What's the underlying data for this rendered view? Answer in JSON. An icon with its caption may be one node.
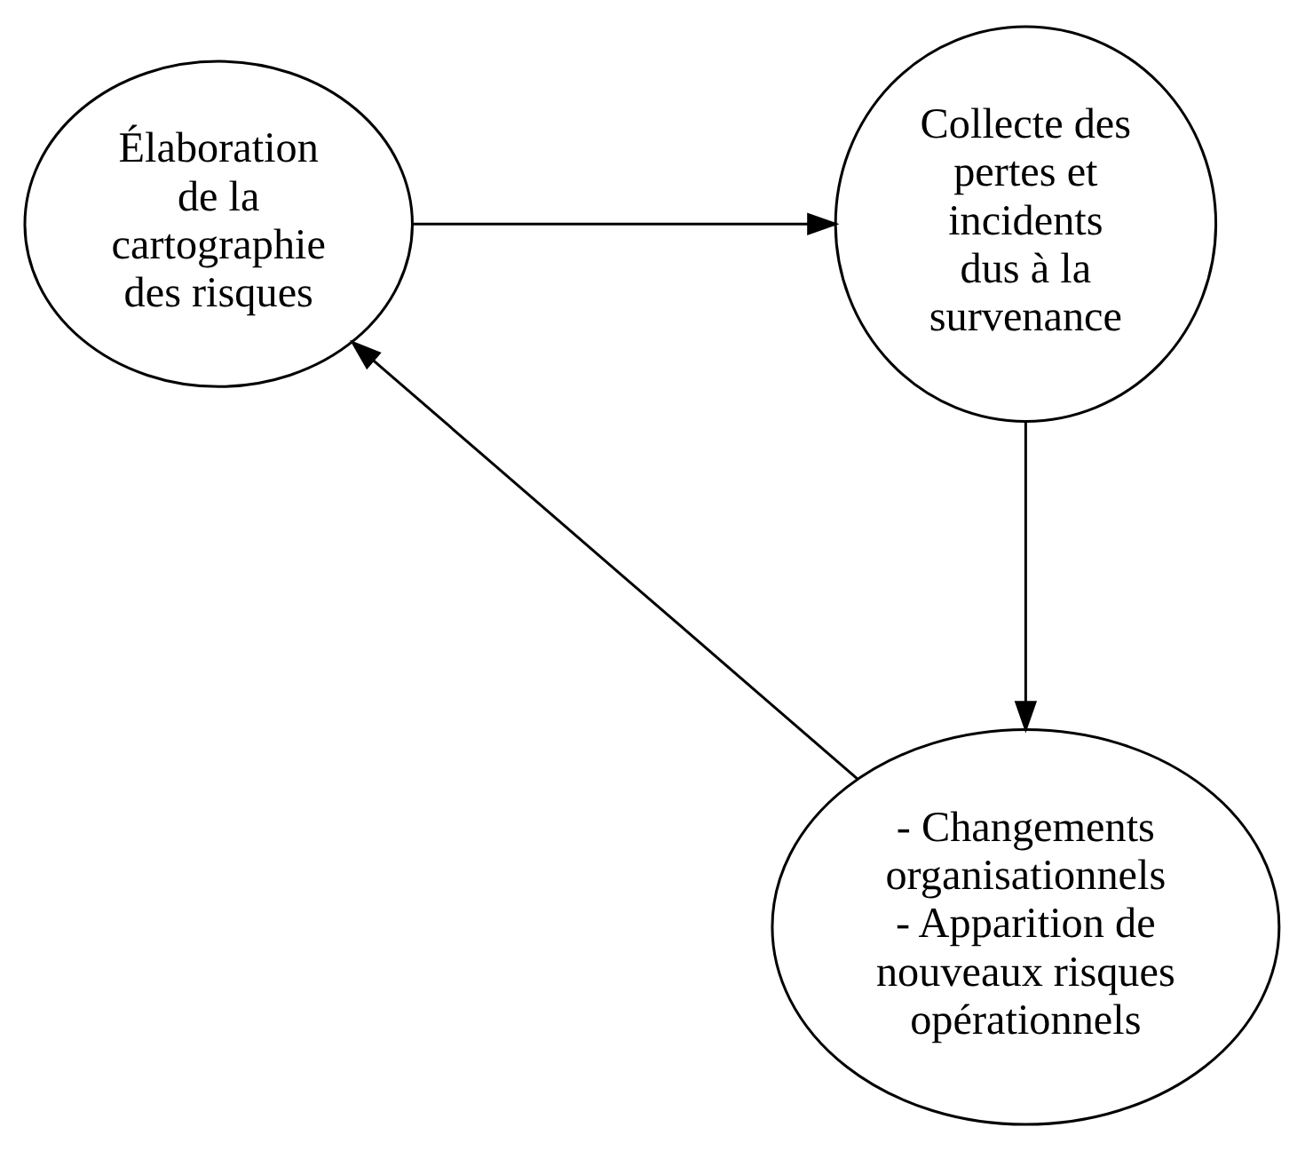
{
  "diagram": {
    "nodes": [
      {
        "text": [
          "Élaboration de la cartographie des risques"
        ]
      },
      {
        "text": [
          "Collecte des pertes et incidents dus à la survenance"
        ]
      },
      {
        "text": [
          "- Changements organisationnels",
          "- Apparition de nouveaux risques opérationnels"
        ]
      }
    ],
    "edges": [
      {
        "from": 0,
        "to": 1,
        "arrow": "to"
      },
      {
        "from": 1,
        "to": 2,
        "arrow": "to"
      },
      {
        "from": 2,
        "to": 0,
        "arrow": "to"
      }
    ]
  }
}
